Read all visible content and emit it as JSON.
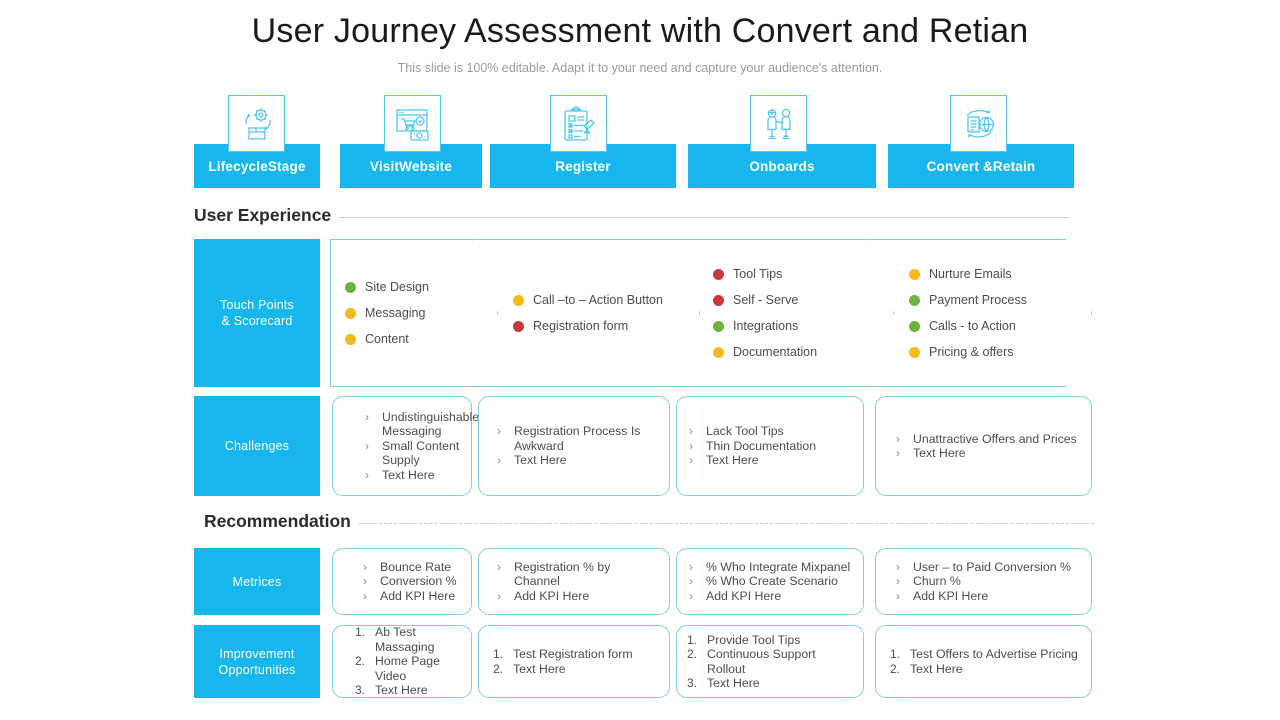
{
  "slide": {
    "title": "User Journey Assessment with Convert and Retian",
    "subtitle": "This slide is 100% editable. Adapt it to your need and capture your audience's attention."
  },
  "colors": {
    "brand_blue": "#17b7ed",
    "outline_blue": "#7ccfe6",
    "dot_green": "#6cb33f",
    "dot_amber": "#fab91a",
    "dot_red": "#c9393c",
    "rule_gray": "#cfcfcf"
  },
  "stages": [
    {
      "label_lines": [
        "Lifecycle",
        "Stage"
      ],
      "icon": "lifecycle-gear-box-icon"
    },
    {
      "label_lines": [
        "Visit",
        "Website"
      ],
      "icon": "browser-cart-money-icon"
    },
    {
      "label_lines": [
        "Register"
      ],
      "icon": "clipboard-checklist-pen-icon"
    },
    {
      "label_lines": [
        "Onboards"
      ],
      "icon": "two-people-onboarding-icon"
    },
    {
      "label_lines": [
        "Convert &",
        "Retain"
      ],
      "icon": "document-globe-refresh-icon"
    }
  ],
  "sections": [
    {
      "heading": "User Experience"
    },
    {
      "heading": "Recommendation"
    }
  ],
  "rows": {
    "touchpoints": {
      "label_lines": [
        "Touch Points",
        "& Scorecard"
      ],
      "cells": [
        {
          "items": [
            {
              "text": "Site Design",
              "color": "dot_green"
            },
            {
              "text": "Messaging",
              "color": "dot_amber"
            },
            {
              "text": "Content",
              "color": "dot_amber"
            }
          ]
        },
        {
          "items": [
            {
              "text": "Call –to – Action Button",
              "color": "dot_amber"
            },
            {
              "text": "Registration form",
              "color": "dot_red"
            }
          ]
        },
        {
          "items": [
            {
              "text": "Tool Tips",
              "color": "dot_red"
            },
            {
              "text": "Self - Serve",
              "color": "dot_red"
            },
            {
              "text": "Integrations",
              "color": "dot_green"
            },
            {
              "text": "Documentation",
              "color": "dot_amber"
            }
          ]
        },
        {
          "items": [
            {
              "text": "Nurture Emails",
              "color": "dot_amber"
            },
            {
              "text": "Payment Process",
              "color": "dot_green"
            },
            {
              "text": "Calls - to Action",
              "color": "dot_green"
            },
            {
              "text": "Pricing & offers",
              "color": "dot_amber"
            }
          ]
        }
      ]
    },
    "challenges": {
      "label_lines": [
        "Challenges"
      ],
      "cells": [
        {
          "items": [
            "Undistinguishable Messaging",
            "Small Content Supply",
            "Text Here"
          ]
        },
        {
          "items": [
            "Registration Process Is Awkward",
            "Text Here"
          ]
        },
        {
          "items": [
            "Lack Tool Tips",
            "Thin Documentation",
            "Text Here"
          ]
        },
        {
          "items": [
            "Unattractive Offers and Prices",
            "Text Here"
          ]
        }
      ]
    },
    "metrices": {
      "label_lines": [
        "Metrices"
      ],
      "cells": [
        {
          "items": [
            "Bounce Rate",
            "Conversion %",
            "Add KPI Here"
          ]
        },
        {
          "items": [
            "Registration % by Channel",
            "Add KPI Here"
          ]
        },
        {
          "items": [
            "% Who Integrate Mixpanel",
            "% Who Create Scenario",
            "Add KPI Here"
          ]
        },
        {
          "items": [
            "User – to Paid Conversion %",
            "Churn %",
            "Add KPI Here"
          ]
        }
      ]
    },
    "improvement": {
      "label_lines": [
        "Improvement",
        "Opportunities"
      ],
      "cells": [
        {
          "items": [
            "Ab Test Massaging",
            "Home Page Video",
            "Text Here"
          ]
        },
        {
          "items": [
            "Test Registration form",
            "Text Here"
          ]
        },
        {
          "items": [
            "Provide Tool Tips",
            "Continuous Support Rollout",
            "Text Here"
          ]
        },
        {
          "items": [
            "Test Offers to Advertise Pricing",
            "Text Here"
          ]
        }
      ]
    }
  },
  "bullet_marker": "›"
}
